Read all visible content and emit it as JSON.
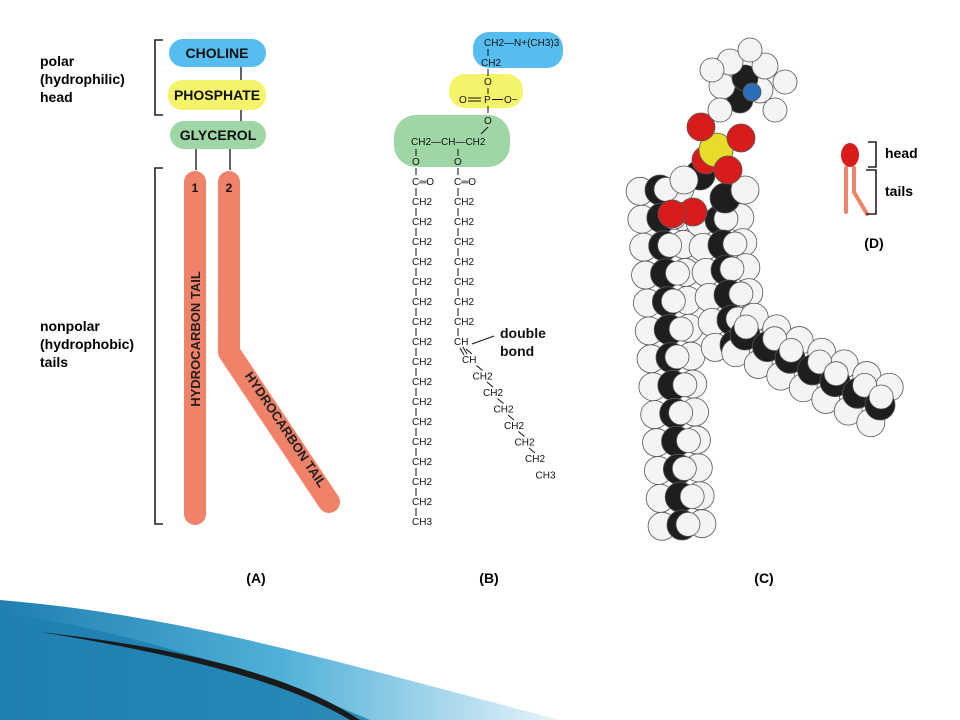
{
  "panel_a": {
    "label": "(A)",
    "head_group_label": [
      "polar",
      "(hydrophilic)",
      "head"
    ],
    "tail_group_label": [
      "nonpolar",
      "(hydrophobic)",
      "tails"
    ],
    "choline": "CHOLINE",
    "phosphate": "PHOSPHATE",
    "glycerol": "GLYCEROL",
    "tail1_number": "1",
    "tail2_number": "2",
    "tail1_text": "HYDROCARBON TAIL",
    "tail2_text": "HYDROCARBON TAIL"
  },
  "panel_b": {
    "label": "(B)",
    "choline_top": "CH2—N+(CH3)3",
    "choline_ch2": "CH2",
    "phosphate_o_top": "O",
    "phosphate_left": "O",
    "phosphate_p": "P",
    "phosphate_right": "O−",
    "phosphate_o_bottom": "O",
    "glycerol_row": "CH2—CH—CH2",
    "ester_o_left": "O",
    "ester_o_right": "O",
    "carbonyl_left": "C═O",
    "carbonyl_right": "C═O",
    "chain1": [
      "CH2",
      "CH2",
      "CH2",
      "CH2",
      "CH2",
      "CH2",
      "CH2",
      "CH2",
      "CH2",
      "CH2",
      "CH2",
      "CH2",
      "CH2",
      "CH2",
      "CH2",
      "CH2",
      "CH3"
    ],
    "chain2_straight": [
      "CH2",
      "CH2",
      "CH2",
      "CH2",
      "CH2",
      "CH2",
      "CH2",
      "CH"
    ],
    "chain2_bent": [
      "CH",
      "CH2",
      "CH2",
      "CH2",
      "CH2",
      "CH2",
      "CH2",
      "CH3"
    ],
    "double_bond_label": [
      "double",
      "bond"
    ]
  },
  "panel_c": {
    "label": "(C)"
  },
  "panel_d": {
    "label": "(D)",
    "head_label": "head",
    "tails_label": "tails"
  },
  "colors": {
    "choline": "#56bdf0",
    "phosphate": "#f4f46a",
    "glycerol": "#9fd6a6",
    "tail": "#f0826a",
    "oxygen_atom": "#d81c1c",
    "phosphorus_atom": "#e8dc28",
    "carbon_atom": "#1e1e1e",
    "hydrogen_atom": "#f4f4f4",
    "nitrogen_atom": "#2a6fb6",
    "bracket": "#222222",
    "footer_dark": "#1a1a1a",
    "footer_blue": "#2a8ab8"
  },
  "icons": {
    "panel_d_head": "red-circle-head-icon",
    "panel_d_tails": "bent-tails-icon"
  }
}
